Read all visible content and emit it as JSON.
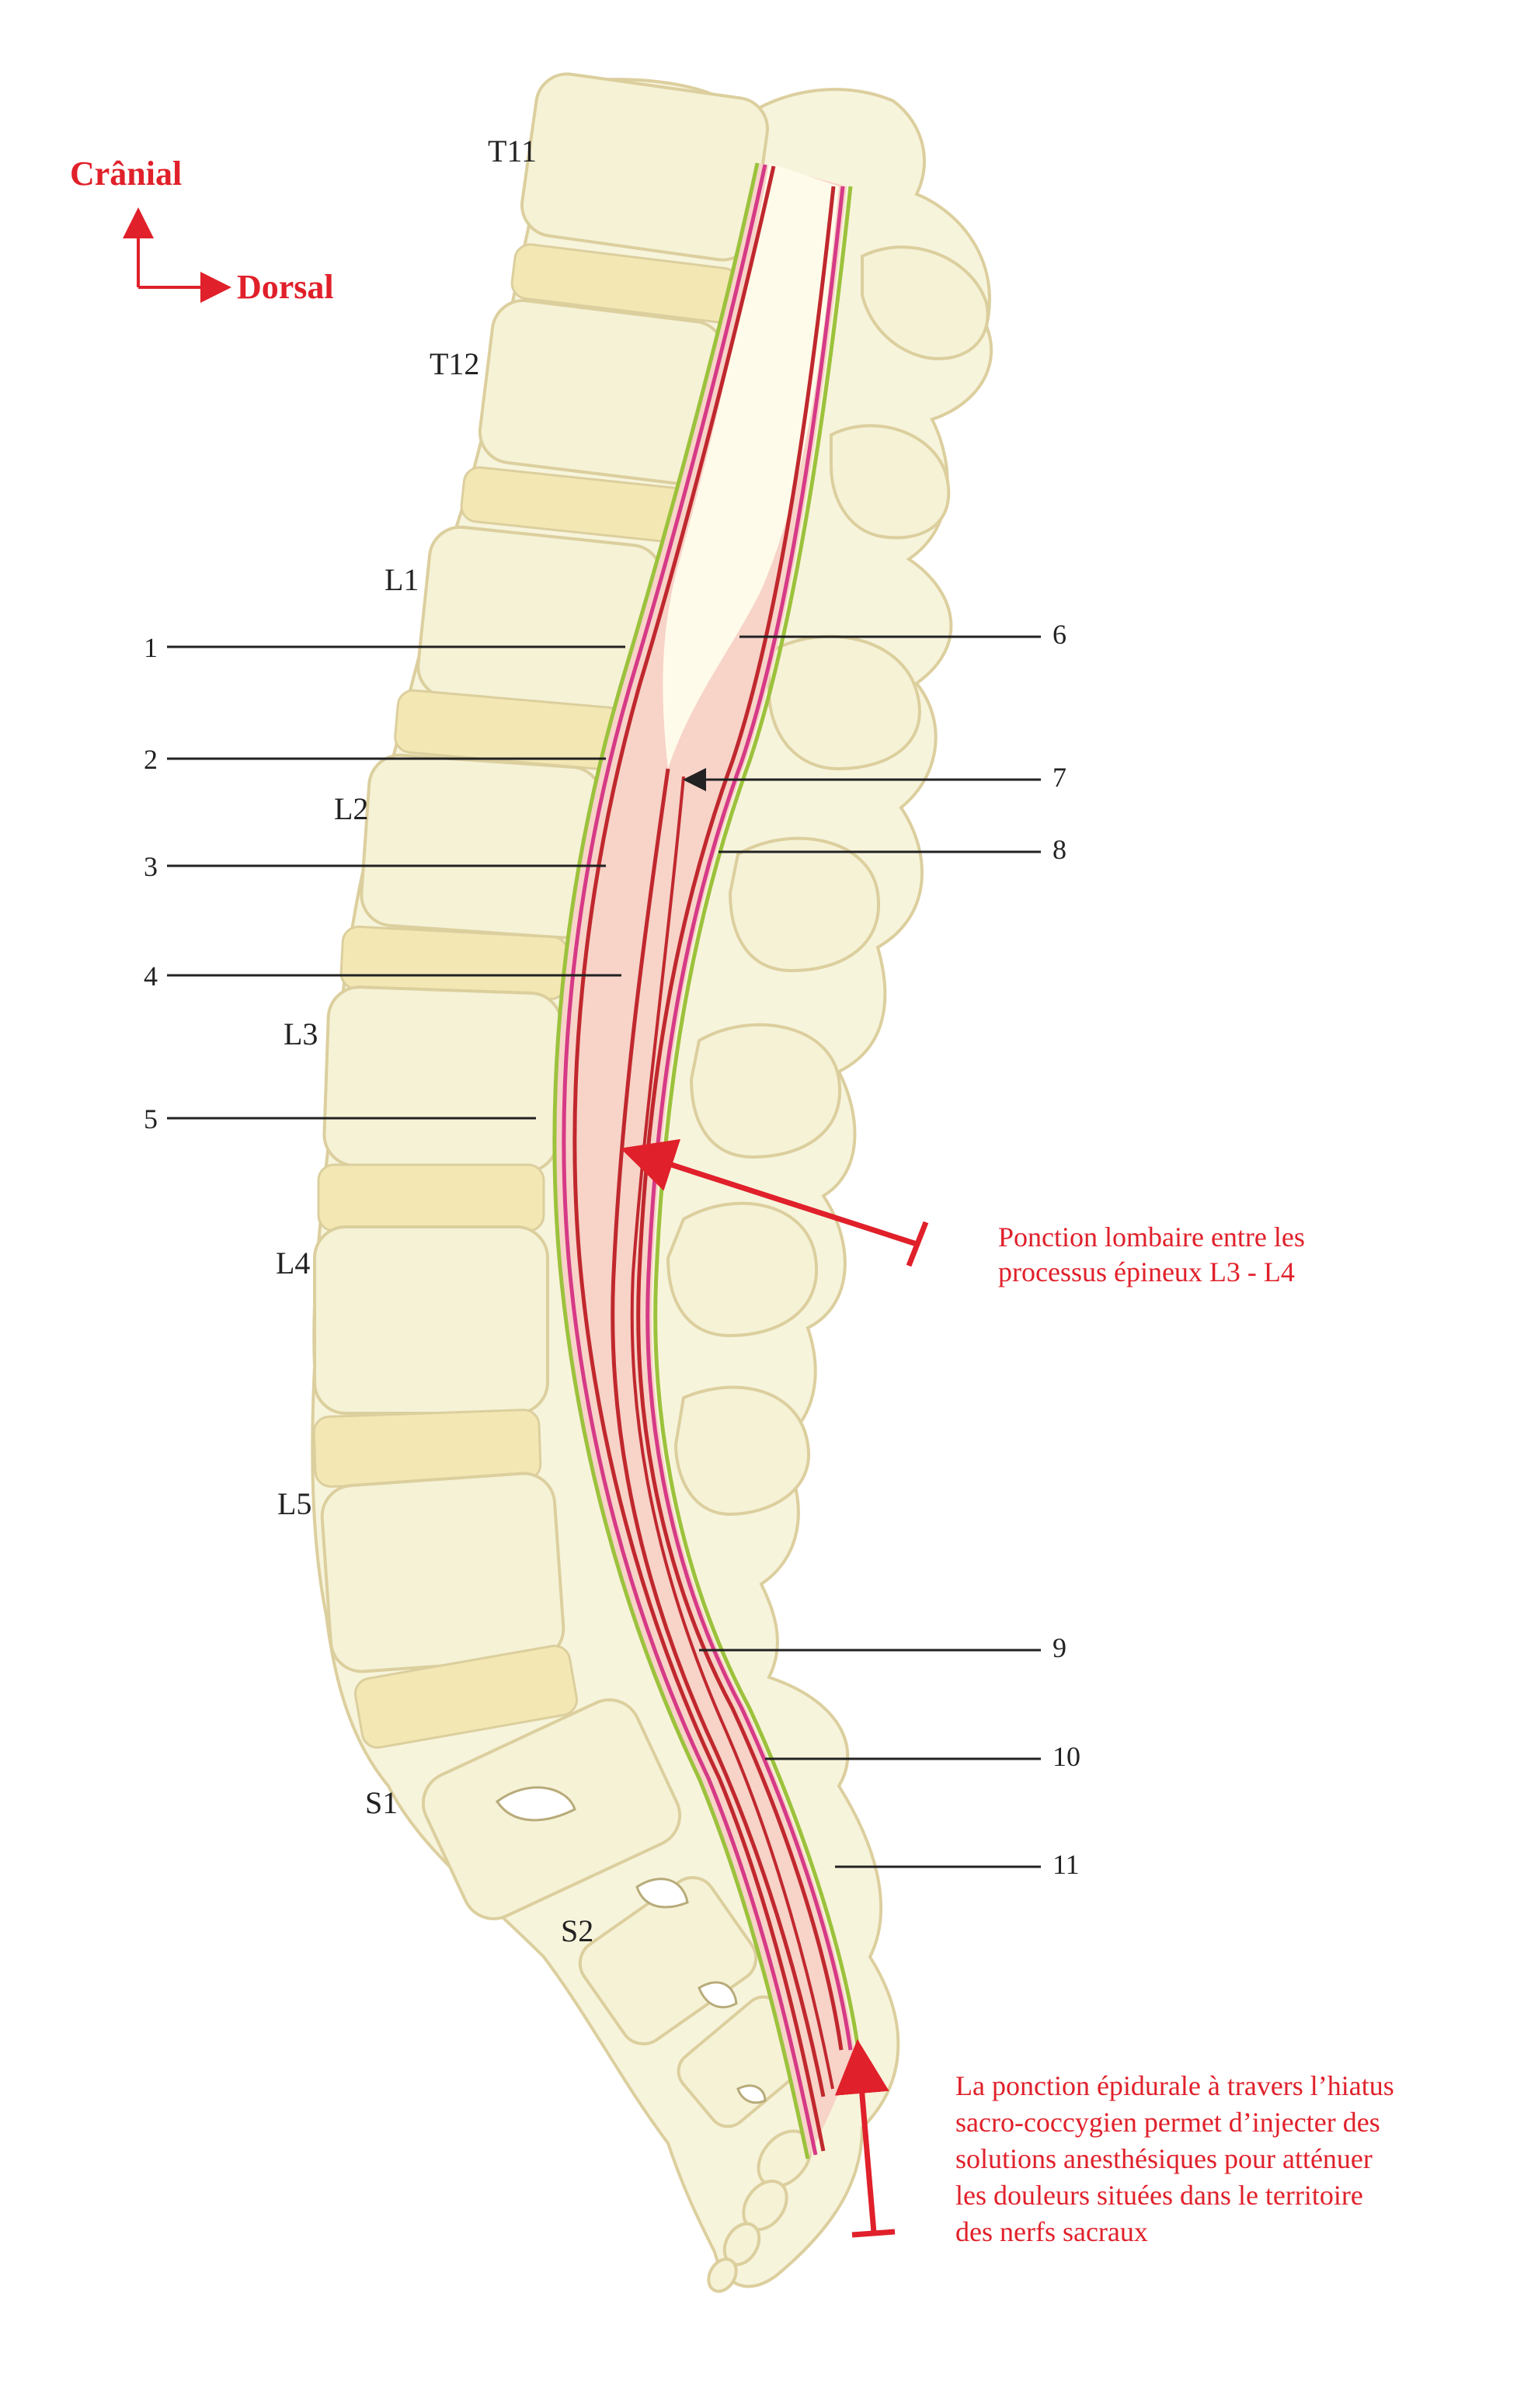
{
  "orientation": {
    "up": "Crânial",
    "right": "Dorsal"
  },
  "vertebrae": [
    "T11",
    "T12",
    "L1",
    "L2",
    "L3",
    "L4",
    "L5",
    "S1",
    "S2"
  ],
  "labels_left": [
    "1",
    "2",
    "3",
    "4",
    "5"
  ],
  "labels_right": [
    "6",
    "7",
    "8",
    "9",
    "10",
    "11"
  ],
  "annotations": {
    "lumbar": [
      "Ponction lombaire entre les",
      "processus épineux L3 - L4"
    ],
    "epidural": [
      "La ponction épidurale à travers l’hiatus",
      "sacro-coccygien permet d’injecter des",
      "solutions anesthésiques pour atténuer",
      "les douleurs situées dans le territoire",
      "des nerfs sacraux"
    ]
  },
  "colors": {
    "bone_fill": "#f5f2d6",
    "bone_stroke": "#dccf9e",
    "disc_fill": "#f3e8b4",
    "dura_fill": "#f7d3c8",
    "cord_fill": "#fffbea",
    "red_line": "#c0282e",
    "pink_line": "#d63a86",
    "green_line": "#9cc23c",
    "accent_red": "#e0202a"
  }
}
